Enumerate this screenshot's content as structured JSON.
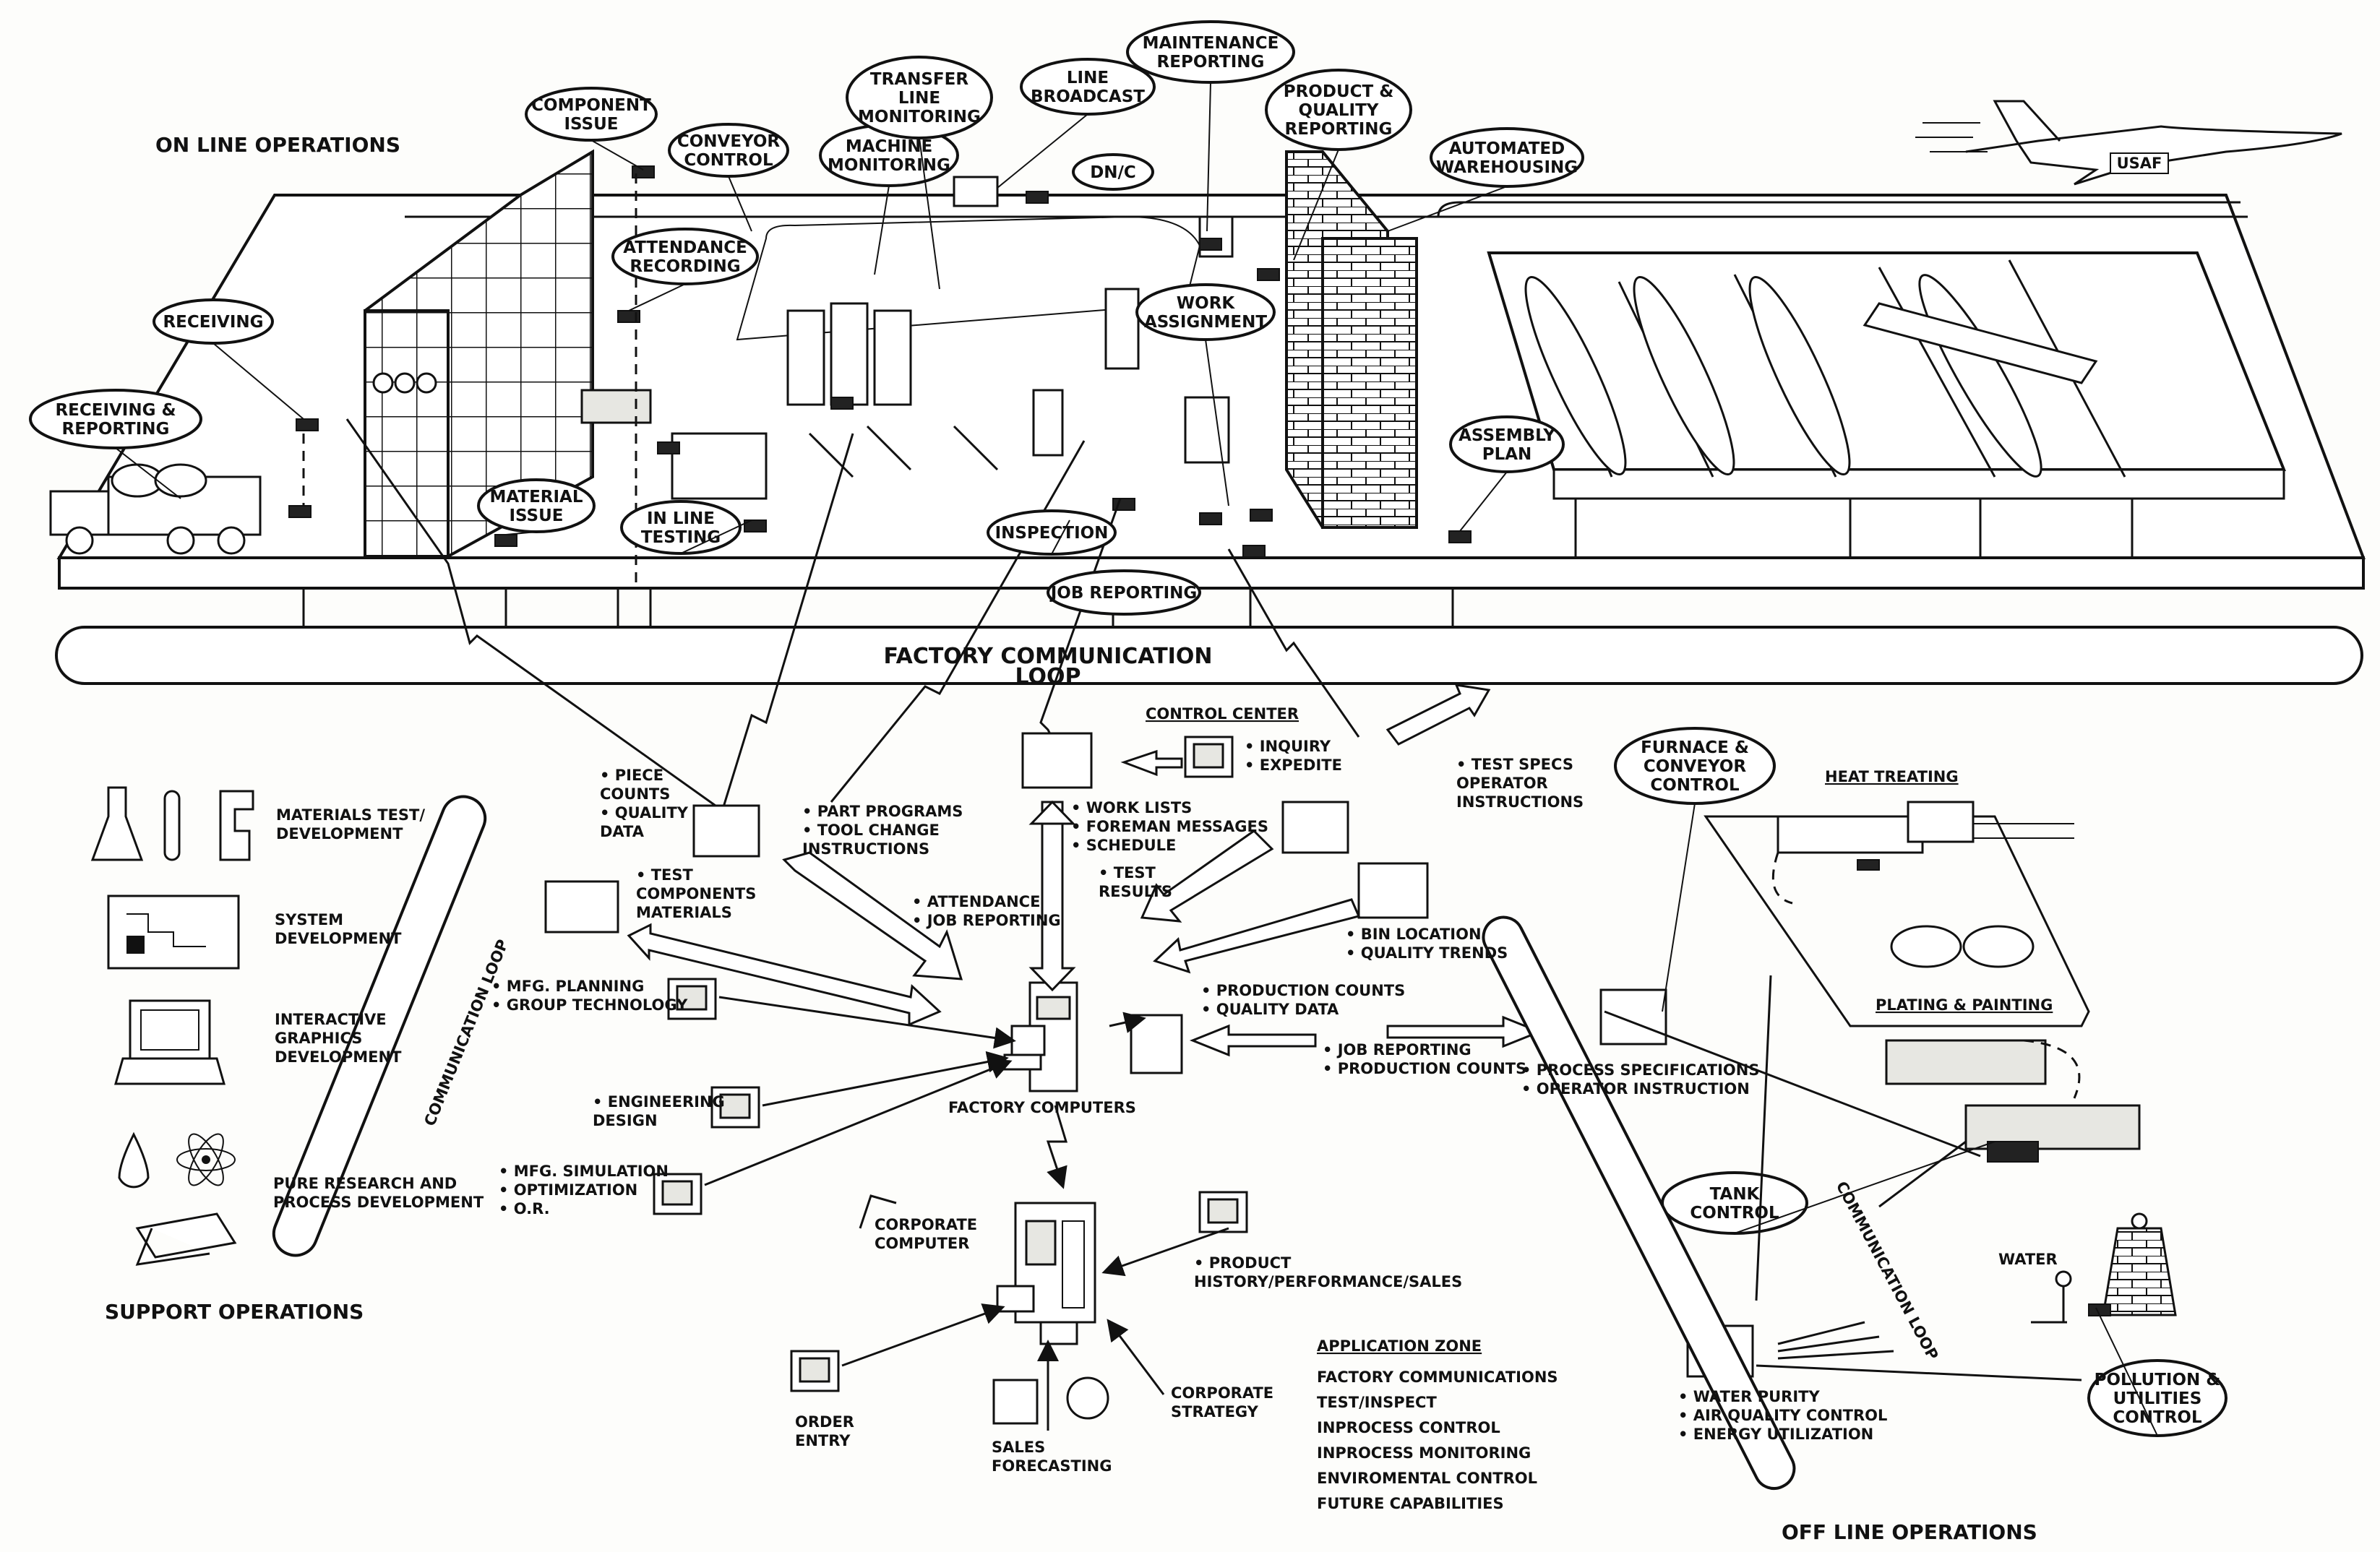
{
  "sections": {
    "on_line": "ON LINE OPERATIONS",
    "support": "SUPPORT OPERATIONS",
    "off_line": "OFF LINE OPERATIONS"
  },
  "loops": {
    "factory_1": "FACTORY COMMUNICATION",
    "factory_2": "LOOP",
    "left": "COMMUNICATION LOOP",
    "right": "COMMUNICATION LOOP"
  },
  "aircraft_mark": "USAF",
  "bubbles": {
    "component_issue": [
      "COMPONENT",
      "ISSUE"
    ],
    "conveyor_control": [
      "CONVEYOR",
      "CONTROL"
    ],
    "machine_monitoring": [
      "MACHINE",
      "MONITORING"
    ],
    "transfer_line": [
      "TRANSFER",
      "LINE",
      "MONITORING"
    ],
    "line_broadcast": [
      "LINE",
      "BROADCAST"
    ],
    "maintenance": [
      "MAINTENANCE",
      "REPORTING"
    ],
    "product_quality": [
      "PRODUCT &",
      "QUALITY",
      "REPORTING"
    ],
    "automated_warehousing": [
      "AUTOMATED",
      "WAREHOUSING"
    ],
    "dnc": [
      "DN/C"
    ],
    "attendance": [
      "ATTENDANCE",
      "RECORDING"
    ],
    "receiving": [
      "RECEIVING"
    ],
    "receiving_reporting": [
      "RECEIVING &",
      "REPORTING"
    ],
    "work_assignment": [
      "WORK",
      "ASSIGNMENT"
    ],
    "material_issue": [
      "MATERIAL",
      "ISSUE"
    ],
    "in_line_testing": [
      "IN LINE",
      "TESTING"
    ],
    "inspection": [
      "INSPECTION"
    ],
    "job_reporting": [
      "JOB REPORTING"
    ],
    "assembly_plan": [
      "ASSEMBLY",
      "PLAN"
    ],
    "furnace": [
      "FURNACE &",
      "CONVEYOR",
      "CONTROL"
    ],
    "tank_control": [
      "TANK",
      "CONTROL"
    ],
    "pollution": [
      "POLLUTION &",
      "UTILITIES",
      "CONTROL"
    ]
  },
  "support_items": {
    "materials": [
      "MATERIALS TEST/",
      "DEVELOPMENT"
    ],
    "system": [
      "SYSTEM",
      "DEVELOPMENT"
    ],
    "graphics": [
      "INTERACTIVE",
      "GRAPHICS",
      "DEVELOPMENT"
    ],
    "research": [
      "PURE RESEARCH AND",
      "PROCESS DEVELOPMENT"
    ]
  },
  "labels": {
    "piece": [
      "• PIECE",
      "COUNTS",
      "• QUALITY",
      "DATA"
    ],
    "part_programs": [
      "• PART PROGRAMS",
      "• TOOL CHANGE",
      "INSTRUCTIONS"
    ],
    "test_components": [
      "• TEST",
      "COMPONENTS",
      "MATERIALS"
    ],
    "attendance_job": [
      "• ATTENDANCE",
      "• JOB REPORTING"
    ],
    "control_center": "CONTROL CENTER",
    "inquiry": [
      "• INQUIRY",
      "• EXPEDITE"
    ],
    "work_lists": [
      "• WORK LISTS",
      "• FOREMAN MESSAGES",
      "• SCHEDULE"
    ],
    "test_results": [
      "• TEST",
      "RESULTS"
    ],
    "test_specs": [
      "• TEST SPECS",
      "OPERATOR",
      "INSTRUCTIONS"
    ],
    "bin_location": [
      "• BIN LOCATION",
      "• QUALITY TRENDS"
    ],
    "production_counts": [
      "• PRODUCTION COUNTS",
      "• QUALITY DATA"
    ],
    "mfg_planning": [
      "• MFG. PLANNING",
      "• GROUP TECHNOLOGY"
    ],
    "engineering": [
      "• ENGINEERING",
      "DESIGN"
    ],
    "mfg_simulation": [
      "• MFG. SIMULATION",
      "• OPTIMIZATION",
      "• O.R."
    ],
    "factory_computers": "FACTORY COMPUTERS",
    "job_reporting_prod": [
      "• JOB REPORTING",
      "• PRODUCTION COUNTS"
    ],
    "process_specs": [
      "• PROCESS SPECIFICATIONS",
      "• OPERATOR INSTRUCTION"
    ],
    "corporate_computer": [
      "CORPORATE",
      "COMPUTER"
    ],
    "product_history": [
      "• PRODUCT",
      "HISTORY/PERFORMANCE/SALES"
    ],
    "order_entry": [
      "ORDER",
      "ENTRY"
    ],
    "sales_forecasting": [
      "SALES",
      "FORECASTING"
    ],
    "corporate_strategy": [
      "CORPORATE",
      "STRATEGY"
    ],
    "heat_treating": "HEAT TREATING",
    "plating_painting": "PLATING & PAINTING",
    "water": "WATER",
    "utilities": [
      "• WATER PURITY",
      "• AIR QUALITY CONTROL",
      "• ENERGY UTILIZATION"
    ]
  },
  "application_zone": {
    "title": "APPLICATION ZONE",
    "items": [
      "FACTORY COMMUNICATIONS",
      "TEST/INSPECT",
      "INPROCESS CONTROL",
      "INPROCESS MONITORING",
      "ENVIROMENTAL CONTROL",
      "FUTURE CAPABILITIES"
    ]
  }
}
